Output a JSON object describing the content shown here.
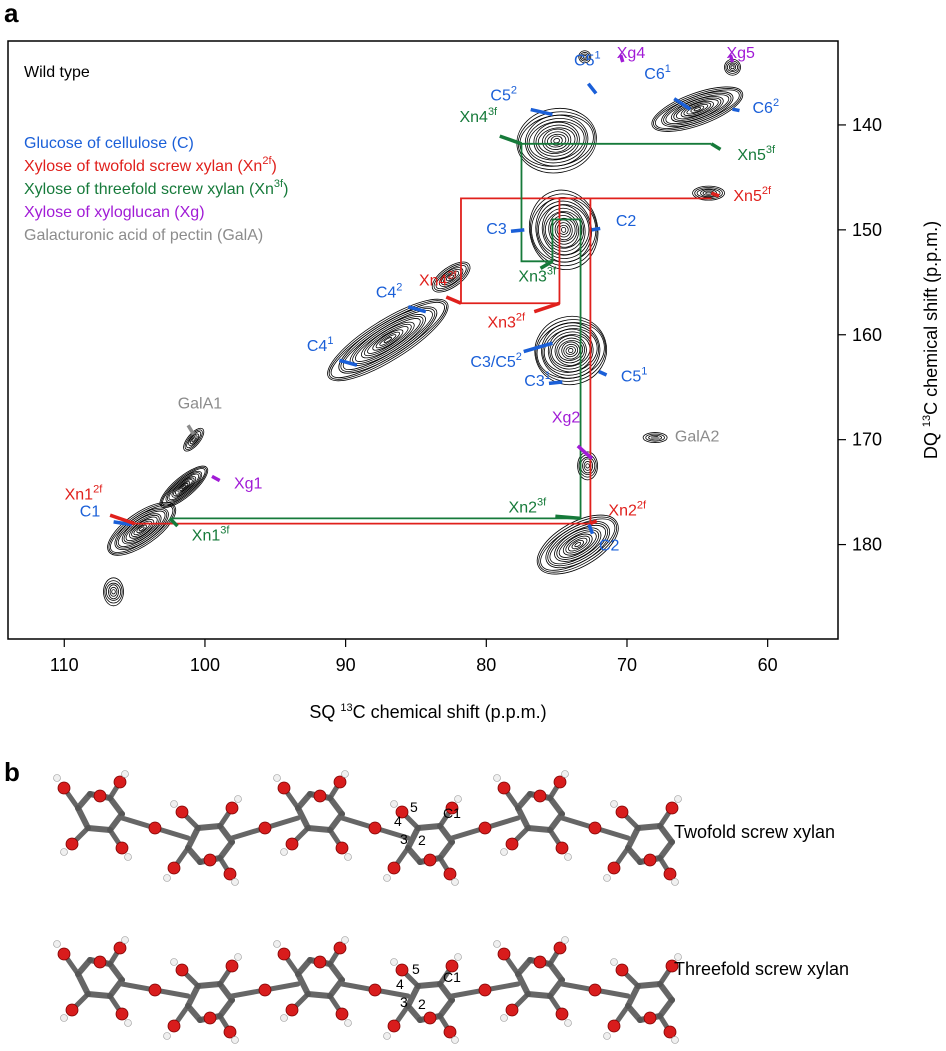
{
  "figure": {
    "panel_a": "a",
    "panel_b": "b",
    "sample_label": "Wild type"
  },
  "legend": [
    {
      "text": "Glucose of cellulose (C)",
      "color": "#1a5fd8"
    },
    {
      "text": "Xylose of twofold screw xylan (Xn",
      "sup": "2f",
      "tail": ")",
      "color": "#e0201c"
    },
    {
      "text": "Xylose of threefold screw xylan (Xn",
      "sup": "3f",
      "tail": ")",
      "color": "#167a3a"
    },
    {
      "text": "Xylose of xyloglucan (Xg)",
      "color": "#a11bd6"
    },
    {
      "text": "Galacturonic acid of pectin (GalA)",
      "color": "#8c8c8c"
    }
  ],
  "colors": {
    "cellulose": "#1a5fd8",
    "xylan2f": "#e0201c",
    "xylan3f": "#167a3a",
    "xyloglucan": "#a11bd6",
    "pectin": "#8c8c8c",
    "contour": "#000000"
  },
  "chart_data": {
    "type": "2D NMR contour spectrum",
    "xlabel": "SQ 13C chemical shift (p.p.m.)",
    "ylabel": "DQ 13C chemical shift (p.p.m.)",
    "xlim": [
      114,
      55
    ],
    "ylim": [
      189,
      132
    ],
    "x_ticks": [
      110,
      100,
      90,
      80,
      70,
      60
    ],
    "y_ticks": [
      140,
      150,
      160,
      170,
      180
    ],
    "peaks": [
      {
        "label": "C1",
        "sq": 105.2,
        "dq": 178.1,
        "group": "cellulose"
      },
      {
        "label": "C2",
        "sq": 72.7,
        "dq": 178.1,
        "group": "cellulose"
      },
      {
        "label": "C2",
        "sq": 72.5,
        "dq": 150.0,
        "group": "cellulose"
      },
      {
        "label": "C3",
        "sq": 77.3,
        "dq": 150.0,
        "group": "cellulose"
      },
      {
        "label": "C4",
        "sup": "1",
        "sq": 89.2,
        "dq": 162.9,
        "group": "cellulose"
      },
      {
        "label": "C4",
        "sup": "2",
        "sq": 84.3,
        "dq": 157.8,
        "group": "cellulose"
      },
      {
        "label": "C3/C5",
        "sup": "2",
        "sq": 75.3,
        "dq": 160.8,
        "group": "cellulose"
      },
      {
        "label": "C3",
        "sup": "1",
        "sq": 74.6,
        "dq": 164.5,
        "group": "cellulose"
      },
      {
        "label": "C5",
        "sup": "1",
        "sq": 72.0,
        "dq": 163.5,
        "group": "cellulose"
      },
      {
        "label": "C5",
        "sup": "1",
        "sq": 72.2,
        "dq": 137.0,
        "group": "cellulose"
      },
      {
        "label": "C5",
        "sup": "2",
        "sq": 75.3,
        "dq": 139.0,
        "group": "cellulose"
      },
      {
        "label": "C6",
        "sup": "1",
        "sq": 65.5,
        "dq": 138.5,
        "group": "cellulose"
      },
      {
        "label": "C6",
        "sup": "2",
        "sq": 62.5,
        "dq": 138.5,
        "group": "cellulose"
      },
      {
        "label": "Xn1",
        "sup": "2f",
        "sq": 105.0,
        "dq": 178.0,
        "group": "xylan2f"
      },
      {
        "label": "Xn2",
        "sup": "2f",
        "sq": 72.6,
        "dq": 178.0,
        "group": "xylan2f"
      },
      {
        "label": "Xn3",
        "sup": "2f",
        "sq": 74.8,
        "dq": 157.0,
        "group": "xylan2f"
      },
      {
        "label": "Xn4",
        "sup": "2f",
        "sq": 81.8,
        "dq": 157.0,
        "group": "xylan2f"
      },
      {
        "label": "Xn5",
        "sup": "2f",
        "sq": 64.0,
        "dq": 146.5,
        "group": "xylan2f"
      },
      {
        "label": "Xn1",
        "sup": "3f",
        "sq": 102.5,
        "dq": 177.5,
        "group": "xylan3f"
      },
      {
        "label": "Xn2",
        "sup": "3f",
        "sq": 73.3,
        "dq": 177.5,
        "group": "xylan3f"
      },
      {
        "label": "Xn3",
        "sup": "3f",
        "sq": 75.3,
        "dq": 153.0,
        "group": "xylan3f"
      },
      {
        "label": "Xn4",
        "sup": "3f",
        "sq": 77.5,
        "dq": 141.8,
        "group": "xylan3f"
      },
      {
        "label": "Xn5",
        "sup": "3f",
        "sq": 64.0,
        "dq": 141.8,
        "group": "xylan3f"
      },
      {
        "label": "Xg1",
        "sq": 99.5,
        "dq": 173.5,
        "group": "xyloglucan"
      },
      {
        "label": "Xg2",
        "sq": 72.5,
        "dq": 171.8,
        "group": "xyloglucan"
      },
      {
        "label": "Xg4",
        "sq": 70.3,
        "dq": 134.0,
        "group": "xyloglucan"
      },
      {
        "label": "Xg5",
        "sq": 62.5,
        "dq": 134.0,
        "group": "xyloglucan"
      },
      {
        "label": "GalA1",
        "sq": 100.8,
        "dq": 169.5,
        "group": "pectin"
      },
      {
        "label": "GalA2",
        "sq": 68.3,
        "dq": 169.8,
        "group": "pectin"
      }
    ],
    "connectivity_2f": [
      [
        105.0,
        178.0
      ],
      [
        72.6,
        178.0
      ],
      [
        72.6,
        147.0
      ],
      [
        64.0,
        147.0
      ],
      [
        81.8,
        147.0
      ],
      [
        81.8,
        157.0
      ],
      [
        74.8,
        157.0
      ],
      [
        74.8,
        147.0
      ]
    ],
    "connectivity_3f": [
      [
        102.5,
        177.5
      ],
      [
        73.3,
        177.5
      ],
      [
        73.3,
        149.0
      ],
      [
        75.3,
        149.0
      ],
      [
        75.3,
        153.0
      ],
      [
        77.5,
        153.0
      ],
      [
        77.5,
        141.8
      ],
      [
        64.0,
        141.8
      ]
    ]
  },
  "molecules": {
    "twofold_label": "Twofold screw xylan",
    "threefold_label": "Threefold screw xylan",
    "atom_labels": [
      "C1",
      "2",
      "3",
      "4",
      "5"
    ]
  }
}
